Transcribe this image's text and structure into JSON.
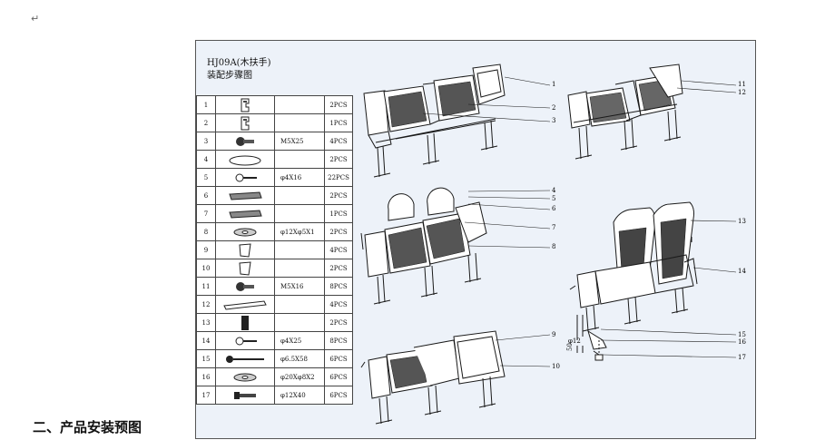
{
  "paragraph_mark": "↵",
  "title": {
    "line1": "HJ09A(木扶手)",
    "line2": "装配步骤图"
  },
  "parts": [
    {
      "no": "1",
      "spec": "",
      "qty": "2PCS",
      "icon": "bracket-part-icon"
    },
    {
      "no": "2",
      "spec": "",
      "qty": "1PCS",
      "icon": "bracket-part-icon"
    },
    {
      "no": "3",
      "spec": "M5X25",
      "qty": "4PCS",
      "icon": "bolt-part-icon"
    },
    {
      "no": "4",
      "spec": "",
      "qty": "2PCS",
      "icon": "cap-part-icon"
    },
    {
      "no": "5",
      "spec": "φ4X16",
      "qty": "22PCS",
      "icon": "screw-part-icon"
    },
    {
      "no": "6",
      "spec": "",
      "qty": "2PCS",
      "icon": "plate-part-icon"
    },
    {
      "no": "7",
      "spec": "",
      "qty": "1PCS",
      "icon": "plate-part-icon"
    },
    {
      "no": "8",
      "spec": "φ12Xφ5X1",
      "qty": "2PCS",
      "icon": "washer-part-icon"
    },
    {
      "no": "9",
      "spec": "",
      "qty": "4PCS",
      "icon": "pad-part-icon"
    },
    {
      "no": "10",
      "spec": "",
      "qty": "2PCS",
      "icon": "pad-part-icon"
    },
    {
      "no": "11",
      "spec": "M5X16",
      "qty": "8PCS",
      "icon": "bolt-part-icon"
    },
    {
      "no": "12",
      "spec": "",
      "qty": "4PCS",
      "icon": "rail-part-icon"
    },
    {
      "no": "13",
      "spec": "",
      "qty": "2PCS",
      "icon": "block-part-icon"
    },
    {
      "no": "14",
      "spec": "φ4X25",
      "qty": "8PCS",
      "icon": "screw-part-icon"
    },
    {
      "no": "15",
      "spec": "φ6.5X58",
      "qty": "6PCS",
      "icon": "long-bolt-part-icon"
    },
    {
      "no": "16",
      "spec": "φ20Xφ8X2",
      "qty": "6PCS",
      "icon": "washer-part-icon"
    },
    {
      "no": "17",
      "spec": "φ12X40",
      "qty": "6PCS",
      "icon": "anchor-part-icon"
    }
  ],
  "callouts": [
    "1",
    "2",
    "3",
    "11",
    "12",
    "4",
    "5",
    "6",
    "7",
    "8",
    "13",
    "14",
    "15",
    "16",
    "17",
    "9",
    "10"
  ],
  "drawing_notes": [
    "φ12",
    "50"
  ],
  "bottom_heading": "二、产品安装预图"
}
